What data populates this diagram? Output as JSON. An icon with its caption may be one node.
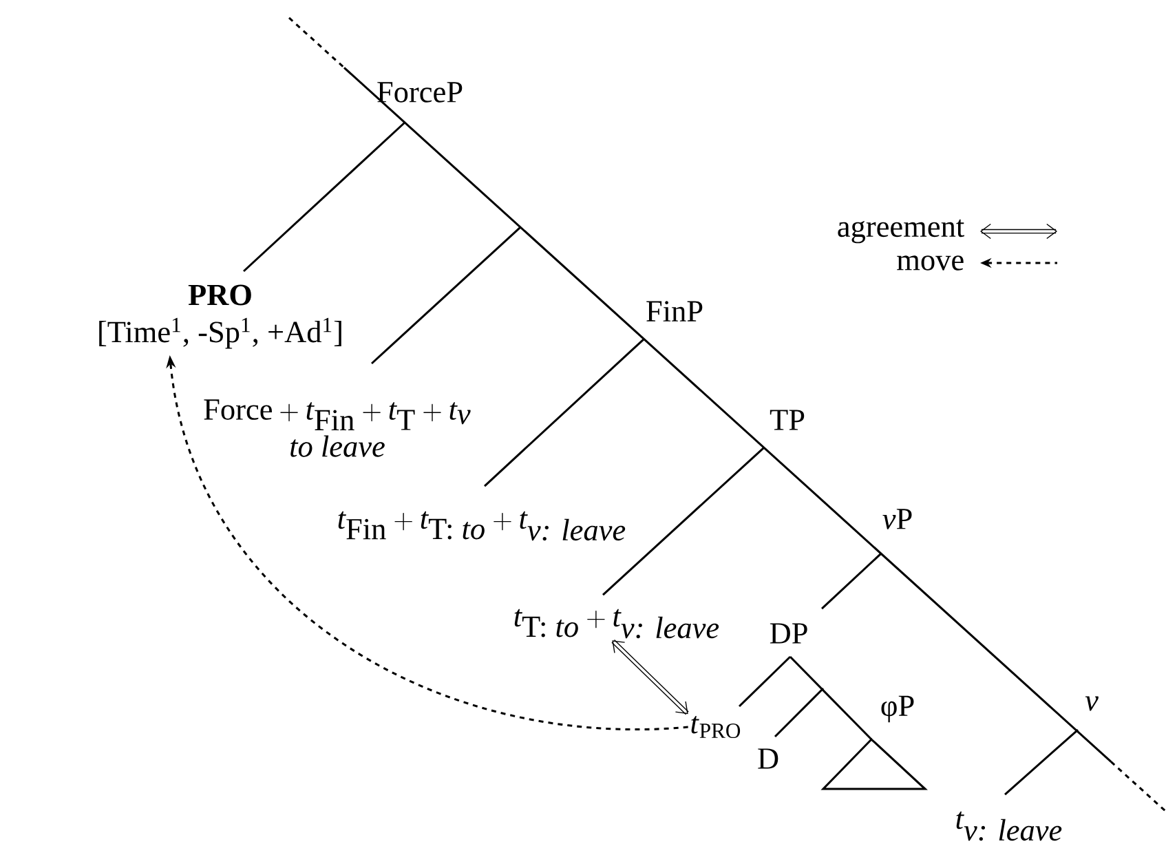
{
  "diagram": {
    "nodes": [
      {
        "text": [
          "ForceP"
        ]
      },
      {
        "text": [
          "PRO",
          "[Time$^{1}$, -Sp$^{1}$, +Ad$^{1}$]"
        ]
      },
      {
        "text": [
          "FinP"
        ]
      },
      {
        "text": [
          "\\textrm{Force}+\\textit{t}_{\\textrm{Fin}}+\\textit{t}_{\\textrm{T}}+\\textit{t}_{\\textit{v}}",
          "to leave"
        ]
      },
      {
        "text": [
          "TP"
        ]
      },
      {
        "text": [
          "\\textit{t}_{\\textrm{Fin}}+\\textit{t}_{\\textrm{T: }\\textit{to}}+\\textit{t}_{\\textit{v: leave}}"
        ]
      },
      {
        "text": [
          "\\textit{v}\\textrm{P}"
        ]
      },
      {
        "text": [
          "\\textit{t}_{\\textrm{T: }\\textit{to}}+\\textit{t}_{\\textit{v: leave}}"
        ]
      },
      {
        "text": [
          "DP"
        ]
      },
      {
        "text": [
          "*t*$_{PRO}$"
        ]
      },
      {
        "text": [
          "φP"
        ]
      },
      {
        "text": [
          "D"
        ]
      },
      {
        "text": [
          "v"
        ]
      },
      {
        "text": [
          "\\textit{t}_{\\textit{v: leave}}"
        ]
      }
    ],
    "edges": [
      {
        "from": 9,
        "to": 1,
        "arrow": "to",
        "style": "dashed"
      },
      {
        "from": 7,
        "to": 9,
        "arrow": "both",
        "style": "thick"
      }
    ],
    "legend": [
      {
        "text": "agreement"
      },
      {
        "text": "move"
      }
    ]
  }
}
